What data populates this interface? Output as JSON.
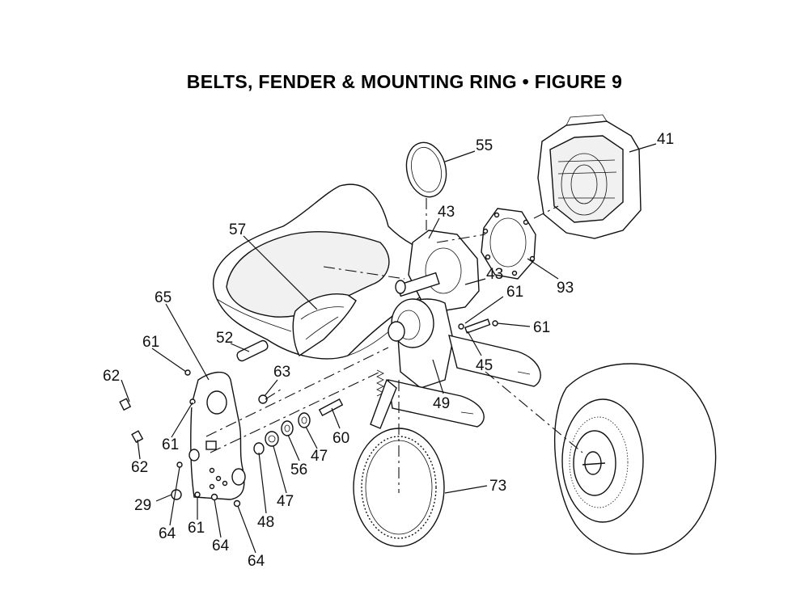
{
  "title": "BELTS, FENDER & MOUNTING RING  •  FIGURE 9",
  "callouts": [
    {
      "id": "c-55",
      "text": "55"
    },
    {
      "id": "c-41",
      "text": "41"
    },
    {
      "id": "c-43a",
      "text": "43"
    },
    {
      "id": "c-57",
      "text": "57"
    },
    {
      "id": "c-43b",
      "text": "43"
    },
    {
      "id": "c-93",
      "text": "93"
    },
    {
      "id": "c-65",
      "text": "65"
    },
    {
      "id": "c-61a",
      "text": "61"
    },
    {
      "id": "c-61b",
      "text": "61"
    },
    {
      "id": "c-61c",
      "text": "61"
    },
    {
      "id": "c-52",
      "text": "52"
    },
    {
      "id": "c-45",
      "text": "45"
    },
    {
      "id": "c-62a",
      "text": "62"
    },
    {
      "id": "c-63",
      "text": "63"
    },
    {
      "id": "c-49",
      "text": "49"
    },
    {
      "id": "c-60",
      "text": "60"
    },
    {
      "id": "c-61d",
      "text": "61"
    },
    {
      "id": "c-62b",
      "text": "62"
    },
    {
      "id": "c-47a",
      "text": "47"
    },
    {
      "id": "c-56",
      "text": "56"
    },
    {
      "id": "c-47b",
      "text": "47"
    },
    {
      "id": "c-73",
      "text": "73"
    },
    {
      "id": "c-29",
      "text": "29"
    },
    {
      "id": "c-48",
      "text": "48"
    },
    {
      "id": "c-64a",
      "text": "64"
    },
    {
      "id": "c-61e",
      "text": "61"
    },
    {
      "id": "c-64b",
      "text": "64"
    },
    {
      "id": "c-64c",
      "text": "64"
    }
  ]
}
